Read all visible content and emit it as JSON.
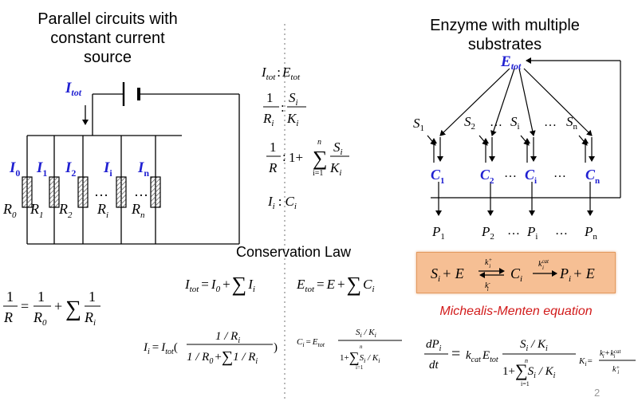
{
  "titles": {
    "left": [
      "Parallel circuits with",
      "constant current",
      "source"
    ],
    "right": [
      "Enzyme with multiple",
      "substrates"
    ],
    "conservation": "Conservation Law",
    "mm": "Michealis-Menten equation"
  },
  "circuit": {
    "source_label": "I",
    "source_sub": "tot",
    "currents": [
      {
        "main": "I",
        "sub": "0"
      },
      {
        "main": "I",
        "sub": "1"
      },
      {
        "main": "I",
        "sub": "2"
      },
      {
        "main": "I",
        "sub": "i"
      },
      {
        "main": "I",
        "sub": "n"
      }
    ],
    "resistors": [
      {
        "main": "R",
        "sub": "0"
      },
      {
        "main": "R",
        "sub": "1"
      },
      {
        "main": "R",
        "sub": "2"
      },
      {
        "main": "R",
        "sub": "i"
      },
      {
        "main": "R",
        "sub": "n"
      }
    ],
    "dots": "…"
  },
  "enzyme": {
    "label": "E",
    "label_sub": "tot",
    "substrates": [
      {
        "main": "S",
        "sub": "1"
      },
      {
        "main": "S",
        "sub": "2"
      },
      {
        "main": "S",
        "sub": "i"
      },
      {
        "main": "S",
        "sub": "n"
      }
    ],
    "complexes": [
      {
        "main": "C",
        "sub": "1"
      },
      {
        "main": "C",
        "sub": "2"
      },
      {
        "main": "C",
        "sub": "i"
      },
      {
        "main": "C",
        "sub": "n"
      }
    ],
    "products": [
      {
        "main": "P",
        "sub": "1"
      },
      {
        "main": "P",
        "sub": "2"
      },
      {
        "main": "P",
        "sub": "i"
      },
      {
        "main": "P",
        "sub": "n"
      }
    ],
    "dots": "…"
  },
  "analogy": {
    "r1": {
      "left": "I",
      "left_sub": "tot",
      "sep": ":",
      "right": "E",
      "right_sub": "tot"
    },
    "r2": {
      "one": "1",
      "R": "R",
      "R_sub": "i",
      "S": "S",
      "S_sub": "i",
      "K": "K",
      "K_sub": "i"
    },
    "r3": {
      "one": "1",
      "R": "R",
      "plus": "1+",
      "sum": "∑",
      "top": "n",
      "bottom": "i=1",
      "S": "S",
      "S_sub": "i",
      "K": "K",
      "K_sub": "i"
    },
    "r4": {
      "left": "I",
      "left_sub": "i",
      "right": "C",
      "right_sub": "i"
    }
  },
  "equations": {
    "left_total": {
      "R": "R",
      "one": "1",
      "R0": "R",
      "R0_sub": "0",
      "plus": "+",
      "sum": "∑",
      "Ri": "R",
      "Ri_sub": "i"
    },
    "conservation_I": {
      "lhs": "I",
      "lhs_sub": "tot",
      "eq": "=",
      "I0": "I",
      "I0_sub": "0",
      "plus": "+",
      "sum": "∑",
      "Ii": "I",
      "Ii_sub": "i"
    },
    "conservation_E": {
      "lhs": "E",
      "lhs_sub": "tot",
      "eq": "=",
      "E": "E",
      "plus": "+",
      "sum": "∑",
      "Ci": "C",
      "Ci_sub": "i"
    },
    "current_div": {
      "lhs": "I",
      "lhs_sub": "i",
      "eq": "=",
      "Itot": "I",
      "Itot_sub": "tot",
      "num": "1 / R",
      "num_sub": "i",
      "den1": "1 / R",
      "den1_sub": "0",
      "plus": "+",
      "sum": "∑",
      "den2": "1 / R",
      "den2_sub": "i"
    },
    "complex_eq": {
      "lhs": "C",
      "lhs_sub": "i",
      "eq": "=",
      "Etot": "E",
      "Etot_sub": "tot",
      "num": "S",
      "num_sub": "i",
      "slash": " / K",
      "slash_sub": "i",
      "one_plus": "1+",
      "sum": "∑",
      "top": "n",
      "bottom": "i=1",
      "S": "S",
      "S_sub": "i",
      "K": " / K",
      "K_sub": "i"
    },
    "mm_reaction": {
      "S": "S",
      "S_sub": "i",
      "plus": "+ E",
      "kplus": "k",
      "kplus_sup": "+",
      "kplus_sub": "i",
      "kminus": "k",
      "kminus_sup": "-",
      "kminus_sub": "i",
      "C": "C",
      "C_sub": "i",
      "kcat": "k",
      "kcat_sup": "cat",
      "kcat_sub": "i",
      "P": "P",
      "P_sub": "i",
      "plusE": "+ E"
    },
    "rate": {
      "dP": "dP",
      "dP_sub": "i",
      "dt": "dt",
      "eq": "=",
      "kcat": "k",
      "kcat_sub": "cat",
      "E": "E",
      "E_sub": "tot",
      "num": "S",
      "num_sub": "i",
      "numK": " / K",
      "numK_sub": "i",
      "one_plus": "1+",
      "sum": "∑",
      "top": "n",
      "bottom": "i=1",
      "S": "S",
      "S_sub": "i",
      "K": " / K",
      "K_sub": "i"
    },
    "Ki_def": {
      "K": "K",
      "K_sub": "i",
      "eq": "=",
      "num": "k",
      "num_sup": "-",
      "num_sub": "i",
      "plus": "+",
      "num2": "k",
      "num2_sup": "cat",
      "num2_sub": "i",
      "den": "k",
      "den_sup": "+",
      "den_sub": "i"
    }
  },
  "colors": {
    "accent": "#1f1fd1",
    "mm_box": "#f6bf94",
    "mm_title": "#d21b1b"
  },
  "page_number": "2"
}
